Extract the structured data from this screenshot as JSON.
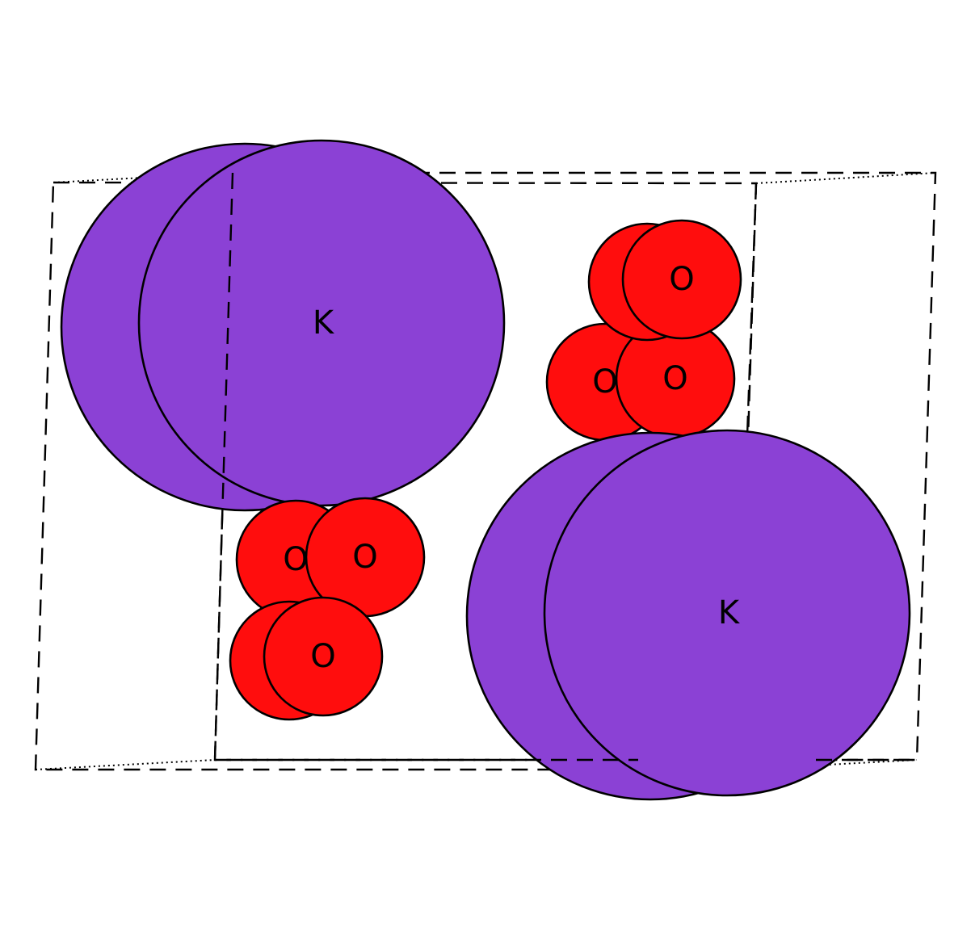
{
  "structure": {
    "colors": {
      "K": "#8b41d5",
      "O": "#ff0d0d",
      "line": "#000000",
      "background": "#ffffff"
    },
    "atoms": [
      {
        "element": "K",
        "label": "K"
      },
      {
        "element": "K",
        "label": "K"
      },
      {
        "element": "O",
        "label": "O"
      },
      {
        "element": "O",
        "label": "O"
      },
      {
        "element": "O",
        "label": "O"
      },
      {
        "element": "O",
        "label": "O"
      },
      {
        "element": "O",
        "label": "O"
      },
      {
        "element": "O",
        "label": "O"
      },
      {
        "element": "O",
        "label": "O"
      },
      {
        "element": "O",
        "label": "O"
      },
      {
        "element": "K",
        "label": "K"
      },
      {
        "element": "K",
        "label": "K"
      }
    ]
  }
}
